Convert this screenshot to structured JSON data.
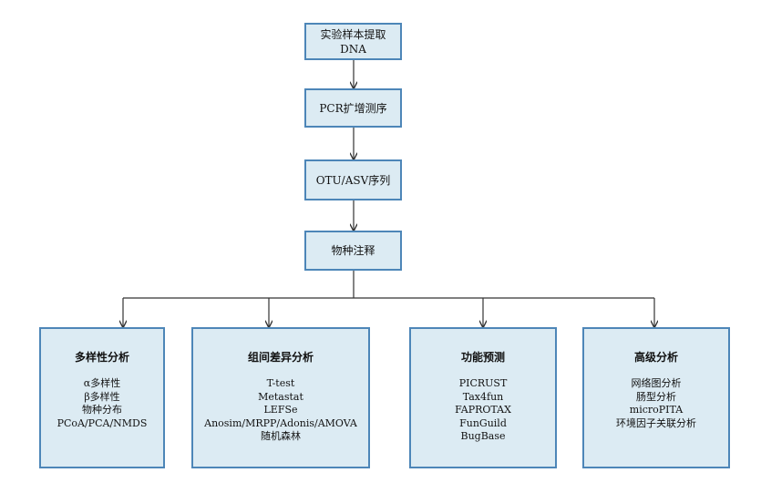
{
  "steps": [
    {
      "line1": "实验样本提取",
      "line2": "DNA"
    },
    {
      "line1": "PCR扩增测序"
    },
    {
      "line1": "OTU/ASV序列"
    },
    {
      "line1": "物种注释"
    }
  ],
  "categories": [
    {
      "title": "多样性分析",
      "items": [
        "α多样性",
        "β多样性",
        "物种分布",
        "PCoA/PCA/NMDS"
      ]
    },
    {
      "title": "组间差异分析",
      "items": [
        "T-test",
        "Metastat",
        "LEFSe",
        "Anosim/MRPP/Adonis/AMOVA",
        "随机森林"
      ]
    },
    {
      "title": "功能预测",
      "items": [
        "PICRUST",
        "Tax4fun",
        "FAPROTAX",
        "FunGuild",
        "BugBase"
      ]
    },
    {
      "title": "高级分析",
      "items": [
        "网络图分析",
        "肠型分析",
        "microPITA",
        "环境因子关联分析"
      ]
    }
  ],
  "colors": {
    "box_fill": "#dcebf3",
    "box_border": "#4d86b8",
    "line": "#333333"
  }
}
